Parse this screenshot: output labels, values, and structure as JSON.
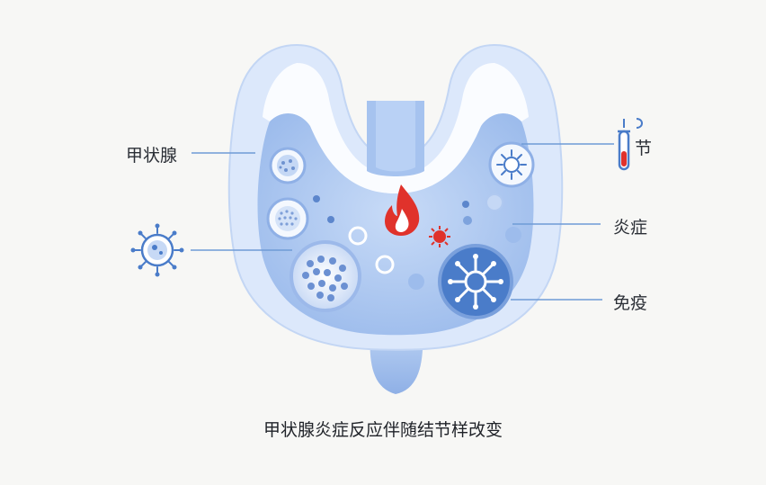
{
  "labels": {
    "thyroid": "甲状腺",
    "nodule": "节",
    "inflammation": "炎症",
    "immunity": "免疫"
  },
  "caption": "甲状腺炎症反应伴随结节样改变",
  "colors": {
    "background": "#f7f7f5",
    "gland_light": "#dbe8fb",
    "gland_mid": "#a9c6f0",
    "accent_blue": "#4a7cc9",
    "flame_red": "#e0322b",
    "leader_line": "#6f9bd6"
  },
  "icons": [
    "virus-icon",
    "flame-icon",
    "test-tube-icon",
    "cell-icon"
  ]
}
